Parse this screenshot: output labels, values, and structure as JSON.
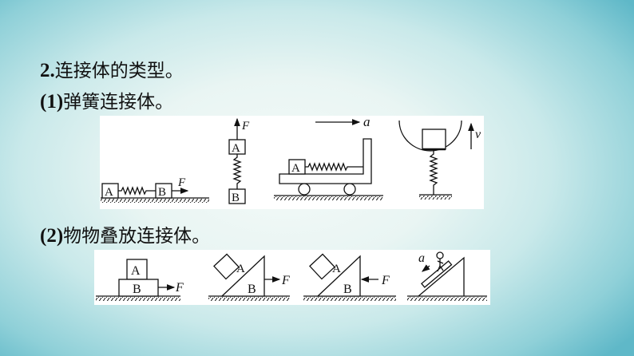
{
  "slide": {
    "title": {
      "number": "2.",
      "text": "连接体的类型。"
    },
    "section1": {
      "number": "(1)",
      "text": "弹簧连接体。"
    },
    "section2": {
      "number": "(2)",
      "text": "物物叠放连接体。"
    }
  },
  "diagrams": {
    "spring": [
      {
        "id": "horizontal-spring",
        "blocks": [
          "A",
          "B"
        ],
        "force_label": "F",
        "description": "A and B on ground connected by spring, force F pulls B right"
      },
      {
        "id": "vertical-spring",
        "blocks": [
          "A",
          "B"
        ],
        "force_label": "F",
        "description": "A above B connected by vertical spring, force F pulls A up"
      },
      {
        "id": "cart-spring",
        "blocks": [
          "A"
        ],
        "accel_label": "a",
        "description": "Block A on cart attached by spring to cart wall, cart accelerates right"
      },
      {
        "id": "bowl-spring",
        "blocks": [
          ""
        ],
        "velocity_label": "v",
        "description": "Block in bowl supported by spring from ground, velocity v upward"
      }
    ],
    "stacked": [
      {
        "id": "stacked-blocks",
        "blocks": [
          "A",
          "B"
        ],
        "force_label": "F",
        "description": "A stacked on B, F pulls B right"
      },
      {
        "id": "wedge-pull",
        "blocks": [
          "A",
          "B"
        ],
        "force_label": "F",
        "description": "A on incline of wedge B, F pulls wedge right"
      },
      {
        "id": "wedge-push",
        "blocks": [
          "A",
          "B"
        ],
        "force_label": "F",
        "description": "A on incline of wedge B, F pushes wedge left"
      },
      {
        "id": "person-on-board",
        "accel_label": "a",
        "description": "Person walking on board sliding down incline with acceleration a"
      }
    ]
  }
}
